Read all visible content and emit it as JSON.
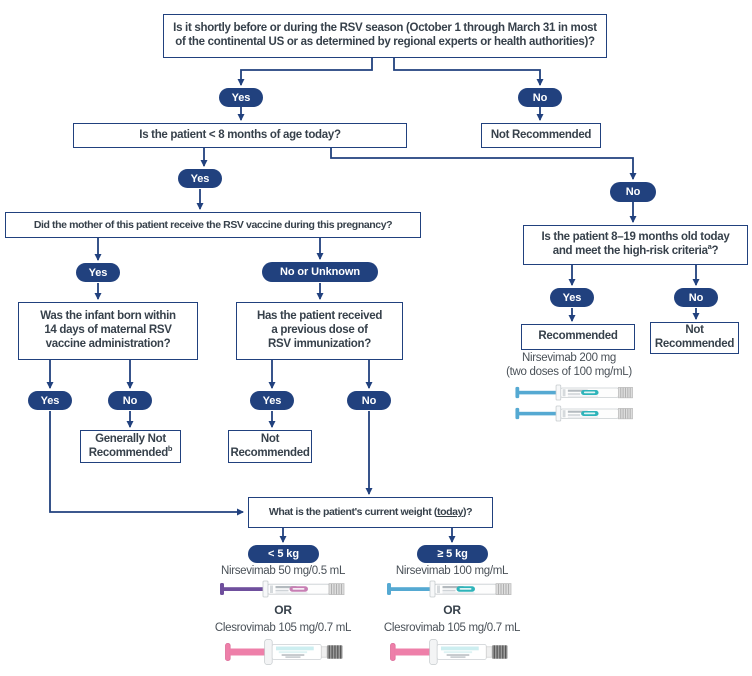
{
  "colors": {
    "navy": "#21417e",
    "text_dark": "#37414b",
    "nirsevimab_blue": "#55a9d2",
    "nirsevimab_purple": "#6f4f9d",
    "clesrovimab_pink": "#ee7fa9",
    "label_teal": "#2fb4ba",
    "label_purple_chip": "#c77fb4"
  },
  "nodes": {
    "season_question": {
      "lines": [
        "Is it shortly before or during the RSV season (October 1 through March 31 in most",
        "of the continental US or as determined by regional experts or health authorities)?"
      ]
    },
    "age_question": {
      "label": "Is the patient < 8 months of age today?"
    },
    "not_recommended_top": {
      "label": "Not Recommended"
    },
    "mother_question": {
      "label": "Did the mother of this patient receive the RSV vaccine during this pregnancy?"
    },
    "highrisk_question": {
      "line1": "Is the patient 8–19 months old today",
      "line2_prefix": "and meet the high-risk criteria",
      "superscript": "a",
      "line2_suffix": "?"
    },
    "infant_question": {
      "lines": [
        "Was the infant born within",
        "14 days of maternal RSV",
        "vaccine administration?"
      ]
    },
    "prev_dose_question": {
      "lines": [
        "Has the patient received",
        "a previous dose of",
        "RSV immunization?"
      ]
    },
    "recommended": {
      "label": "Recommended"
    },
    "not_recommended_right": {
      "lines": [
        "Not",
        "Recommended"
      ]
    },
    "generally_not_recommended": {
      "line1": "Generally Not",
      "line2_prefix": "Recommended",
      "superscript": "b"
    },
    "not_recommended_mid": {
      "lines": [
        "Not",
        "Recommended"
      ]
    },
    "weight_question": {
      "prefix": "What is the patient's current weight (",
      "underlined": "today",
      "suffix": ")?"
    }
  },
  "pills": {
    "yes": "Yes",
    "no": "No",
    "no_or_unknown": "No or Unknown",
    "lt5kg": "< 5 kg",
    "gte5kg": "≥ 5 kg"
  },
  "products": {
    "nirsevimab_200": {
      "line1": "Nirsevimab 200 mg",
      "line2": "(two doses of 100 mg/mL)"
    },
    "nirsevimab_50": "Nirsevimab 50 mg/0.5 mL",
    "nirsevimab_100": "Nirsevimab 100 mg/mL",
    "or_label": "OR",
    "clesrovimab_105": "Clesrovimab 105 mg/0.7 mL"
  }
}
